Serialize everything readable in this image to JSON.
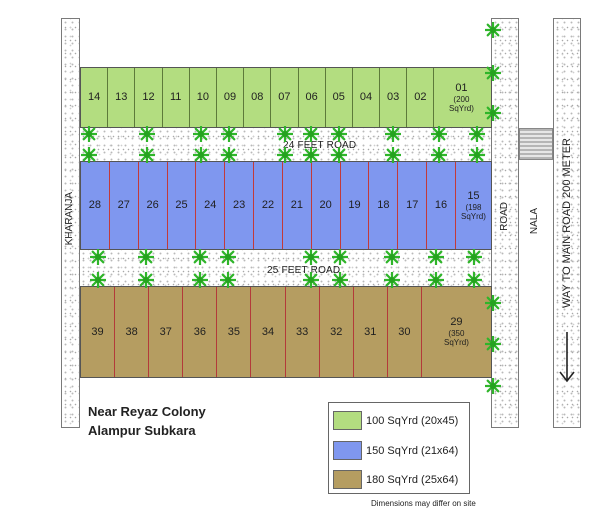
{
  "plan": {
    "row1": {
      "plots": [
        "14",
        "13",
        "12",
        "11",
        "10",
        "09",
        "08",
        "07",
        "06",
        "05",
        "04",
        "03",
        "02"
      ],
      "corner": {
        "number": "01",
        "area": "(200",
        "unit": "SqYrd)"
      }
    },
    "row2": {
      "plots": [
        "28",
        "27",
        "26",
        "25",
        "24",
        "23",
        "22",
        "21",
        "20",
        "19",
        "18",
        "17",
        "16"
      ],
      "corner": {
        "number": "15",
        "area": "(198",
        "unit": "SqYrd)"
      }
    },
    "row3": {
      "plots": [
        "39",
        "38",
        "37",
        "36",
        "35",
        "34",
        "33",
        "32",
        "31",
        "30"
      ],
      "corner": {
        "number": "29",
        "area": "(350",
        "unit": "SqYrd)"
      }
    },
    "roads": {
      "road_24": "24 FEET ROAD",
      "road_25": "25 FEET ROAD",
      "left": "KHARANJA",
      "right": "ROAD",
      "nala": "NALA",
      "main": "WAY TO MAIN ROAD 200 METER"
    },
    "location": {
      "line1": "Near Reyaz Colony",
      "line2": "Alampur Subkara"
    },
    "legend": [
      {
        "label": "100 SqYrd (20x45)",
        "color": "#b3dd80"
      },
      {
        "label": "150 SqYrd (21x64)",
        "color": "#7f97ef"
      },
      {
        "label": "180 SqYrd (25x64)",
        "color": "#b59d61"
      }
    ],
    "note": "Dimensions may differ on site",
    "tree_icon": "tree-icon",
    "arrow_icon": "arrow-down-icon"
  }
}
